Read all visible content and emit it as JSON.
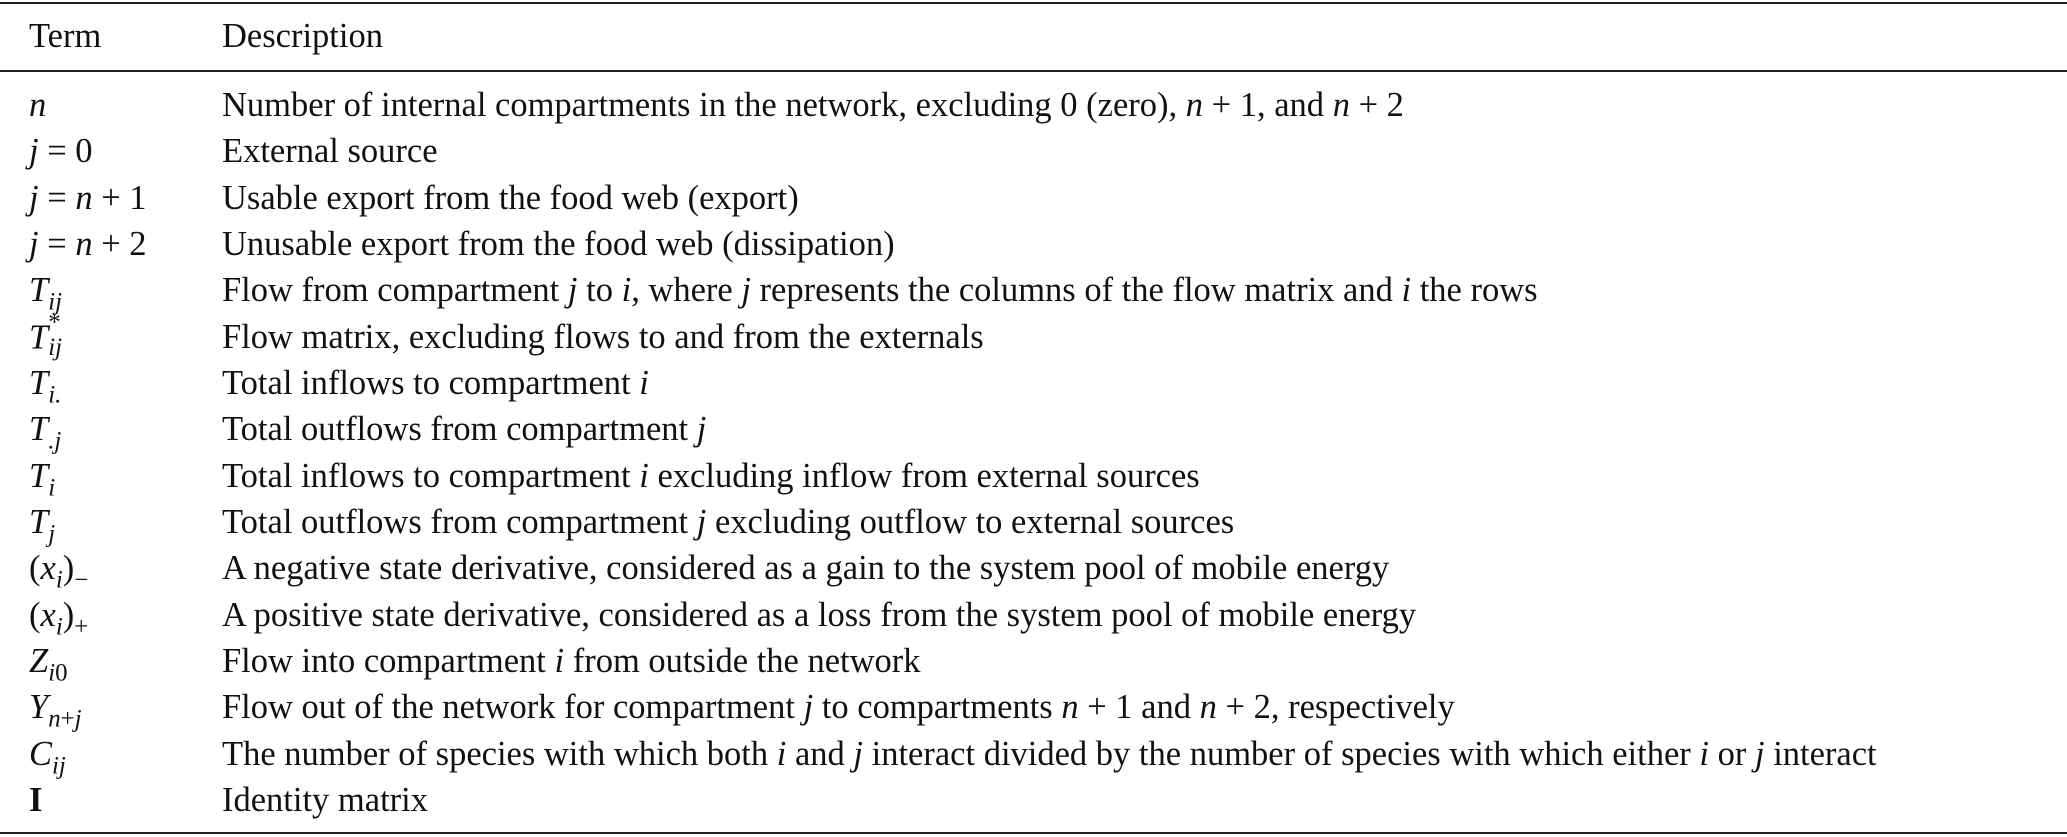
{
  "header": {
    "term": "Term",
    "description": "Description"
  },
  "rows": [
    {
      "term": [
        {
          "t": "n",
          "s": "it"
        }
      ],
      "desc": [
        {
          "t": "Number of internal compartments in the network, excluding 0 (zero), "
        },
        {
          "t": "n",
          "s": "it"
        },
        {
          "t": " + 1, and "
        },
        {
          "t": "n",
          "s": "it"
        },
        {
          "t": " + 2"
        }
      ]
    },
    {
      "term": [
        {
          "t": "j",
          "s": "it"
        },
        {
          "t": " = 0"
        }
      ],
      "desc": [
        {
          "t": "External source"
        }
      ]
    },
    {
      "term": [
        {
          "t": "j",
          "s": "it"
        },
        {
          "t": " = "
        },
        {
          "t": "n",
          "s": "it"
        },
        {
          "t": " + 1"
        }
      ],
      "desc": [
        {
          "t": "Usable export from the food web (export)"
        }
      ]
    },
    {
      "term": [
        {
          "t": "j",
          "s": "it"
        },
        {
          "t": " = "
        },
        {
          "t": "n",
          "s": "it"
        },
        {
          "t": " + 2"
        }
      ],
      "desc": [
        {
          "t": "Unusable export from the food web (dissipation)"
        }
      ]
    },
    {
      "term": [
        {
          "t": "T",
          "s": "it"
        },
        {
          "t": "ij",
          "s": "sub"
        }
      ],
      "desc": [
        {
          "t": "Flow from compartment "
        },
        {
          "t": "j",
          "s": "it"
        },
        {
          "t": " to "
        },
        {
          "t": "i",
          "s": "it"
        },
        {
          "t": ", where "
        },
        {
          "t": "j",
          "s": "it"
        },
        {
          "t": " represents the columns of the flow matrix and "
        },
        {
          "t": "i",
          "s": "it"
        },
        {
          "t": " the rows"
        }
      ]
    },
    {
      "term": [
        {
          "t": "T",
          "s": "it"
        },
        {
          "t": "*",
          "s": "stack-top"
        },
        {
          "t": "ij",
          "s": "stack-bot"
        }
      ],
      "desc": [
        {
          "t": "Flow matrix, excluding flows to and from the externals"
        }
      ]
    },
    {
      "term": [
        {
          "t": "T",
          "s": "it"
        },
        {
          "t": "i.",
          "s": "sub"
        }
      ],
      "desc": [
        {
          "t": "Total inflows to compartment "
        },
        {
          "t": "i",
          "s": "it"
        }
      ]
    },
    {
      "term": [
        {
          "t": "T",
          "s": "it"
        },
        {
          "t": ".j",
          "s": "sub"
        }
      ],
      "desc": [
        {
          "t": "Total outflows from compartment "
        },
        {
          "t": "j",
          "s": "it"
        }
      ]
    },
    {
      "term": [
        {
          "t": "T",
          "s": "it"
        },
        {
          "t": "i",
          "s": "sub"
        }
      ],
      "desc": [
        {
          "t": "Total inflows to compartment "
        },
        {
          "t": "i",
          "s": "it"
        },
        {
          "t": " excluding inflow from external sources"
        }
      ]
    },
    {
      "term": [
        {
          "t": "T",
          "s": "it"
        },
        {
          "t": "j",
          "s": "sub"
        }
      ],
      "desc": [
        {
          "t": "Total outflows from compartment "
        },
        {
          "t": "j",
          "s": "it"
        },
        {
          "t": " excluding outflow to external sources"
        }
      ]
    },
    {
      "term": [
        {
          "t": "("
        },
        {
          "t": "x",
          "s": "it"
        },
        {
          "t": "i",
          "s": "sub"
        },
        {
          "t": ")"
        },
        {
          "t": "−",
          "s": "subn"
        }
      ],
      "desc": [
        {
          "t": "A negative state derivative, considered as a gain to the system pool of mobile energy"
        }
      ]
    },
    {
      "term": [
        {
          "t": "("
        },
        {
          "t": "x",
          "s": "it"
        },
        {
          "t": "i",
          "s": "sub"
        },
        {
          "t": ")"
        },
        {
          "t": "+",
          "s": "subn"
        }
      ],
      "desc": [
        {
          "t": "A positive state derivative, considered as a loss from the system pool of mobile energy"
        }
      ]
    },
    {
      "term": [
        {
          "t": "Z",
          "s": "it"
        },
        {
          "t": "i",
          "s": "sub"
        },
        {
          "t": "0",
          "s": "subn"
        }
      ],
      "desc": [
        {
          "t": "Flow into compartment "
        },
        {
          "t": "i",
          "s": "it"
        },
        {
          "t": " from outside the network"
        }
      ]
    },
    {
      "term": [
        {
          "t": "Y",
          "s": "it"
        },
        {
          "t": "n",
          "s": "sub"
        },
        {
          "t": "+",
          "s": "subn"
        },
        {
          "t": "j",
          "s": "sub"
        }
      ],
      "desc": [
        {
          "t": "Flow out of the network for compartment "
        },
        {
          "t": "j",
          "s": "it"
        },
        {
          "t": " to compartments "
        },
        {
          "t": "n",
          "s": "it"
        },
        {
          "t": " + 1 and "
        },
        {
          "t": "n",
          "s": "it"
        },
        {
          "t": " + 2, respectively"
        }
      ]
    },
    {
      "term": [
        {
          "t": "C",
          "s": "it"
        },
        {
          "t": "ij",
          "s": "sub"
        }
      ],
      "desc": [
        {
          "t": "The number of species with which both "
        },
        {
          "t": "i",
          "s": "it"
        },
        {
          "t": " and "
        },
        {
          "t": "j",
          "s": "it"
        },
        {
          "t": " interact divided by the number of species with which either "
        },
        {
          "t": "i",
          "s": "it"
        },
        {
          "t": " or "
        },
        {
          "t": "j",
          "s": "it"
        },
        {
          "t": " interact"
        }
      ]
    },
    {
      "term": [
        {
          "t": "I",
          "s": "bold"
        }
      ],
      "desc": [
        {
          "t": "Identity matrix"
        }
      ]
    }
  ]
}
